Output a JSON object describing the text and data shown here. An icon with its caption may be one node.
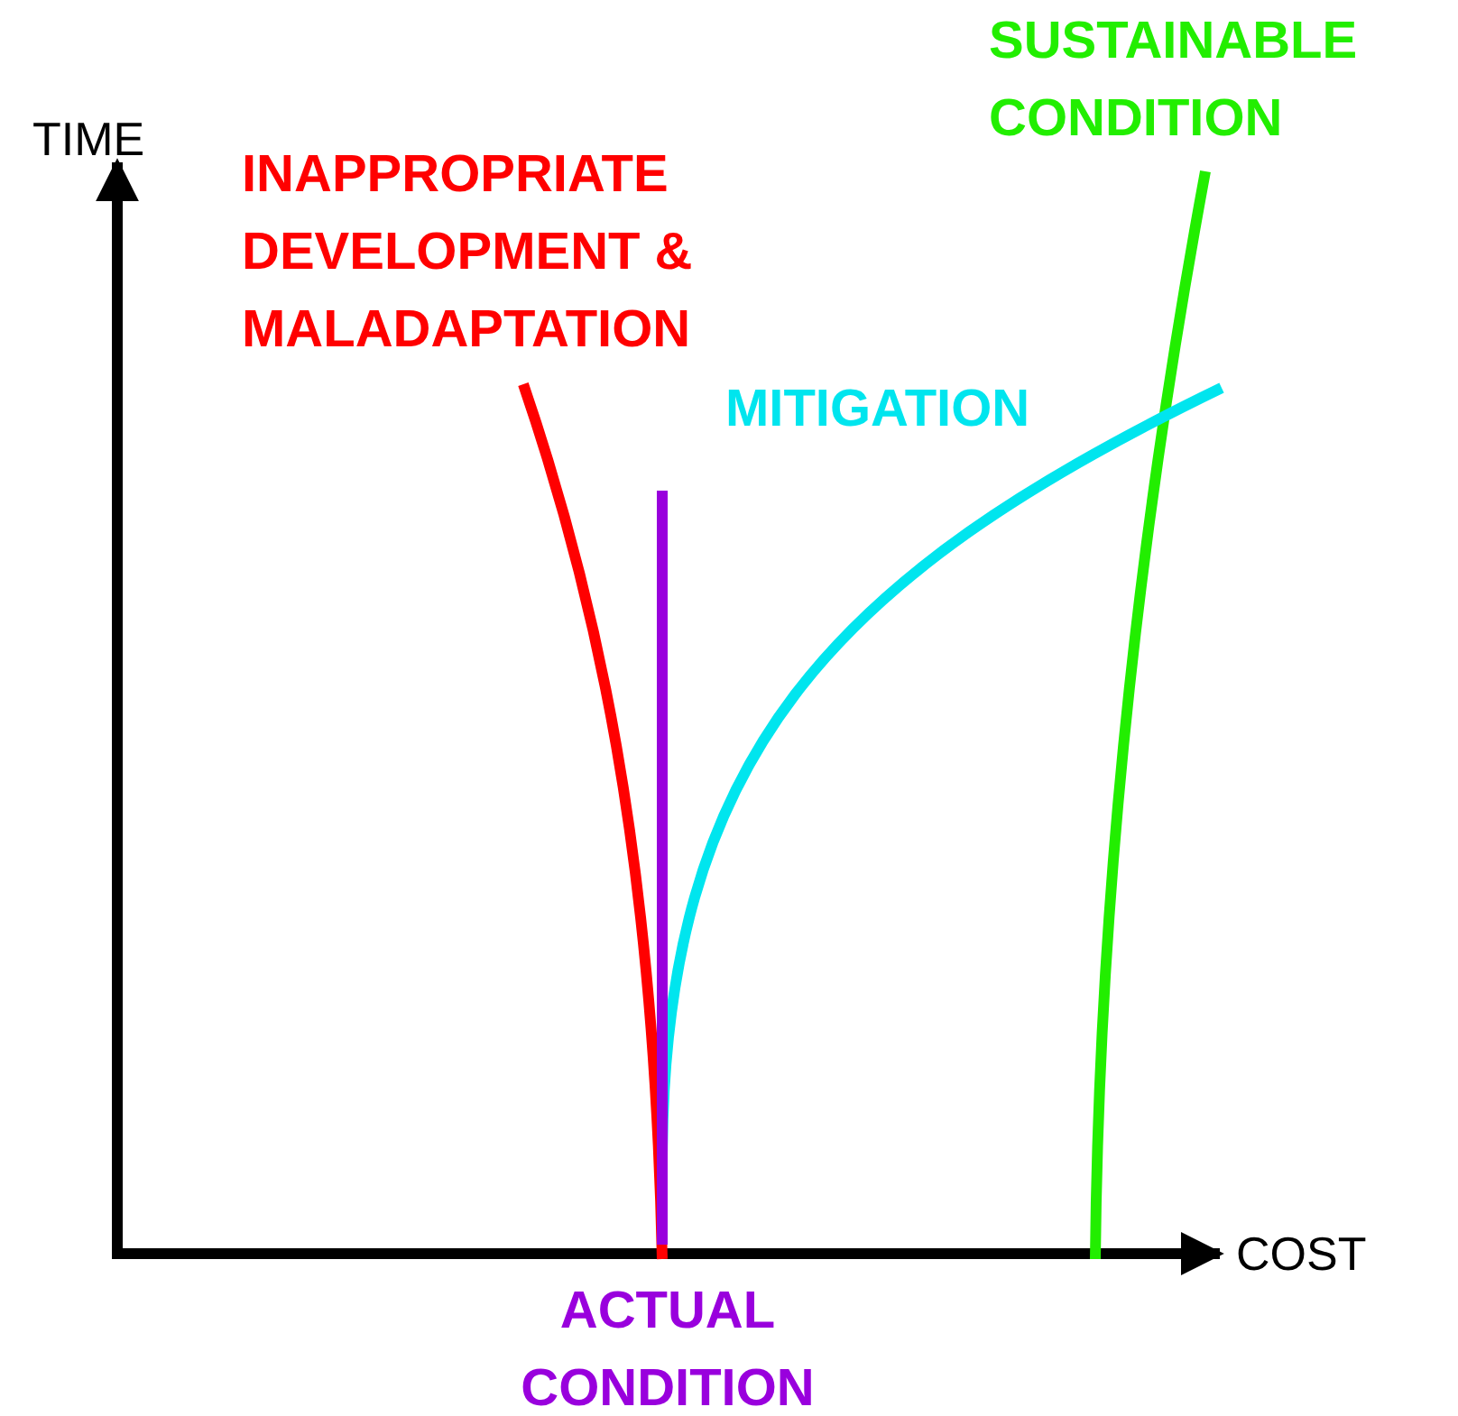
{
  "diagram": {
    "labels": [
      "TIME",
      "INAPPROPRIATE DEVELOPMENT & MALADAPTATION",
      "SUSTAINABLE CONDITION",
      "MITIGATION",
      "COST",
      "ACTUAL CONDITION"
    ]
  }
}
